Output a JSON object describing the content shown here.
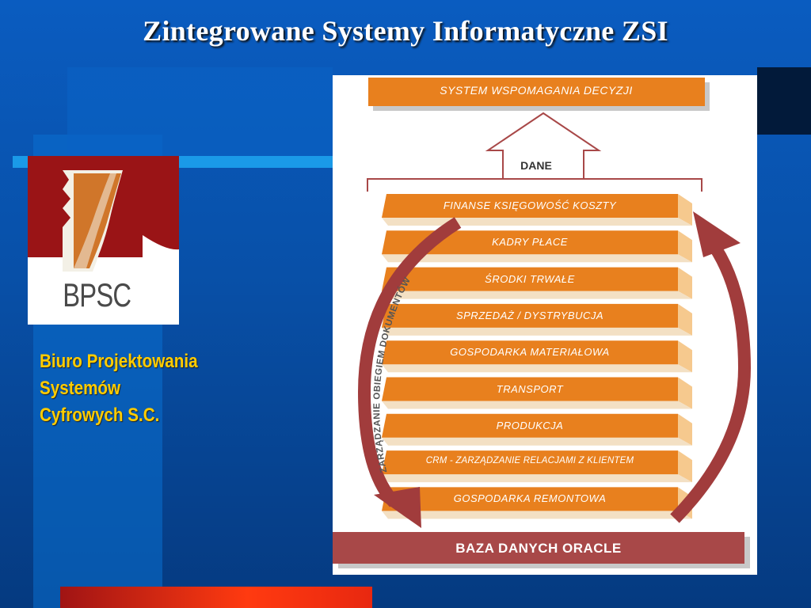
{
  "slide": {
    "title": "Zintegrowane Systemy Informatyczne ZSI"
  },
  "logo": {
    "text": "BPSC"
  },
  "company": {
    "lines": [
      "Biuro Projektowania",
      "Systemów",
      "Cyfrowych S.C."
    ]
  },
  "diagram": {
    "top_box": "SYSTEM WSPOMAGANIA DECYZJI",
    "arrow_label": "DANE",
    "modules": [
      "FINANSE KSIĘGOWOŚĆ KOSZTY",
      "KADRY PŁACE",
      "ŚRODKI TRWAŁE",
      "SPRZEDAŻ / DYSTRYBUCJA",
      "GOSPODARKA MATERIAŁOWA",
      "TRANSPORT",
      "PRODUKCJA",
      "CRM  - ZARZĄDZANIE RELACJAMI Z KLIENTEM",
      "GOSPODARKA REMONTOWA"
    ],
    "arc_label": "ZARZĄDZANIE OBIEGIEM DOKUMENTÓW",
    "bottom_box": "BAZA DANYCH ORACLE"
  },
  "colors": {
    "background": "#0850a8",
    "title": "#ffffff",
    "company_text": "#ffcc00",
    "module_orange": "#e8801e",
    "module_side": "#f6c98e",
    "arrow_red": "#a13c3c",
    "bottom_box": "#a84848"
  }
}
